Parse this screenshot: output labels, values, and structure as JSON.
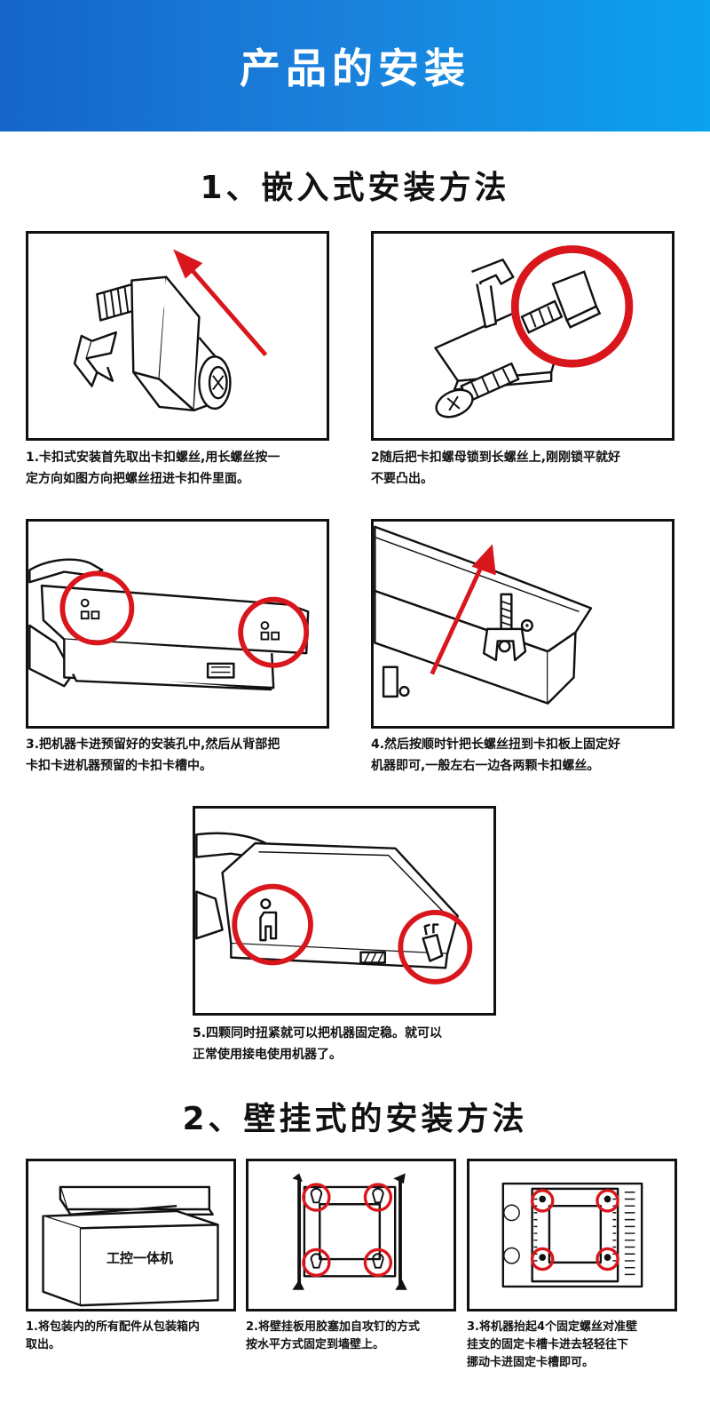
{
  "header": {
    "title": "产品的安装"
  },
  "section1": {
    "title": "1、嵌入式安装方法",
    "steps": [
      {
        "caption_line1": "1.卡扣式安装首先取出卡扣螺丝,用长螺丝按一",
        "caption_line2": "定方向如图方向把螺丝扭进卡扣件里面。"
      },
      {
        "caption_line1": "2随后把卡扣螺母锁到长螺丝上,刚刚锁平就好",
        "caption_line2": "不要凸出。"
      },
      {
        "caption_line1": "3.把机器卡进预留好的安装孔中,然后从背部把",
        "caption_line2": "卡扣卡进机器预留的卡扣卡槽中。"
      },
      {
        "caption_line1": "4.然后按顺时针把长螺丝扭到卡扣板上固定好",
        "caption_line2": "机器即可,一般左右一边各两颗卡扣螺丝。"
      },
      {
        "caption_line1": "5.四颗同时扭紧就可以把机器固定稳。就可以",
        "caption_line2": "正常使用接电使用机器了。"
      }
    ]
  },
  "section2": {
    "title": "2、壁挂式的安装方法",
    "box_label": "工控一体机",
    "steps": [
      {
        "caption_line1": "1.将包装内的所有配件从包装箱内",
        "caption_line2": "取出。",
        "caption_line3": ""
      },
      {
        "caption_line1": "2.将壁挂板用胶塞加自攻钉的方式",
        "caption_line2": "按水平方式固定到墙壁上。",
        "caption_line3": ""
      },
      {
        "caption_line1": "3.将机器抬起4个固定螺丝对准壁",
        "caption_line2": "挂支的固定卡槽卡进去轻轻往下",
        "caption_line3": "挪动卡进固定卡槽即可。"
      }
    ]
  },
  "colors": {
    "banner_start": "#1565c9",
    "banner_end": "#0ba2ee",
    "highlight_red": "#d9161c",
    "outline": "#111111"
  }
}
